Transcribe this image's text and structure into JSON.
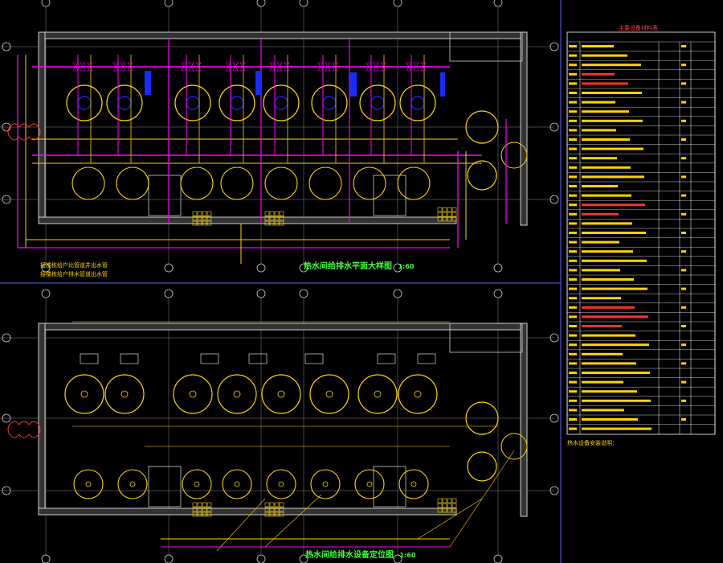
{
  "colors": {
    "background": "#000000",
    "wall": "#cfcfcf",
    "yellow": "#ffd400",
    "magenta": "#ff00ff",
    "blue": "#1a2bff",
    "green": "#3fff3f",
    "red": "#ff3030",
    "white": "#ffffff"
  },
  "top_plan": {
    "title": "热水间给排水平面大样图",
    "scale": "1:60",
    "notes": [
      "接楼栋给户比管道井出水管",
      "接楼栋给户排水管道出水管"
    ]
  },
  "bottom_plan": {
    "title": "热水间给排水设备定位图",
    "scale": "1:60"
  },
  "equipment_table": {
    "title": "主要设备材料表",
    "footer_note": "热水设备安装说明："
  },
  "icons": {
    "axis_bubble": "grid-axis-bubble-icon",
    "revision_cloud": "revision-cloud-icon",
    "tank": "water-tank-icon",
    "pump": "pump-icon"
  }
}
